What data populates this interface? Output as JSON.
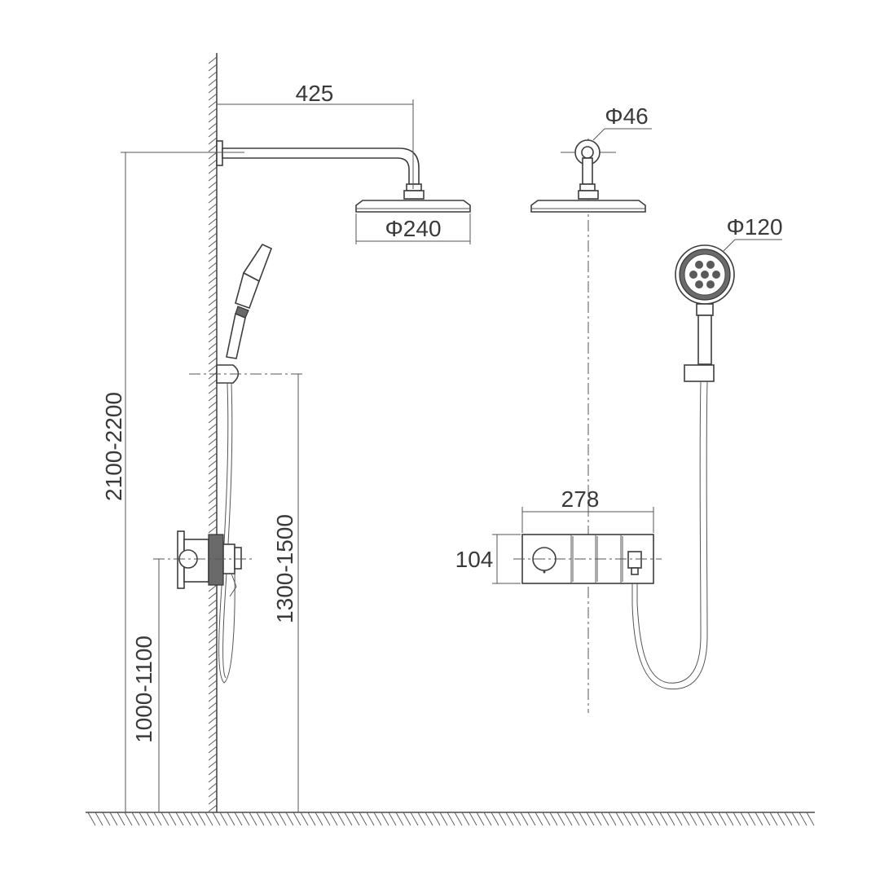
{
  "dimensions": {
    "arm_length": "425",
    "head_diameter": "Φ240",
    "flange_diameter": "Φ46",
    "handshower_diameter": "Φ120",
    "panel_width": "278",
    "panel_height": "104",
    "head_height": "2100-2200",
    "holder_height": "1300-1500",
    "valve_height": "1000-1100"
  },
  "colors": {
    "line": "#4a4a4a",
    "text": "#3a3a3a",
    "fill_dark": "#6a6a6a"
  }
}
